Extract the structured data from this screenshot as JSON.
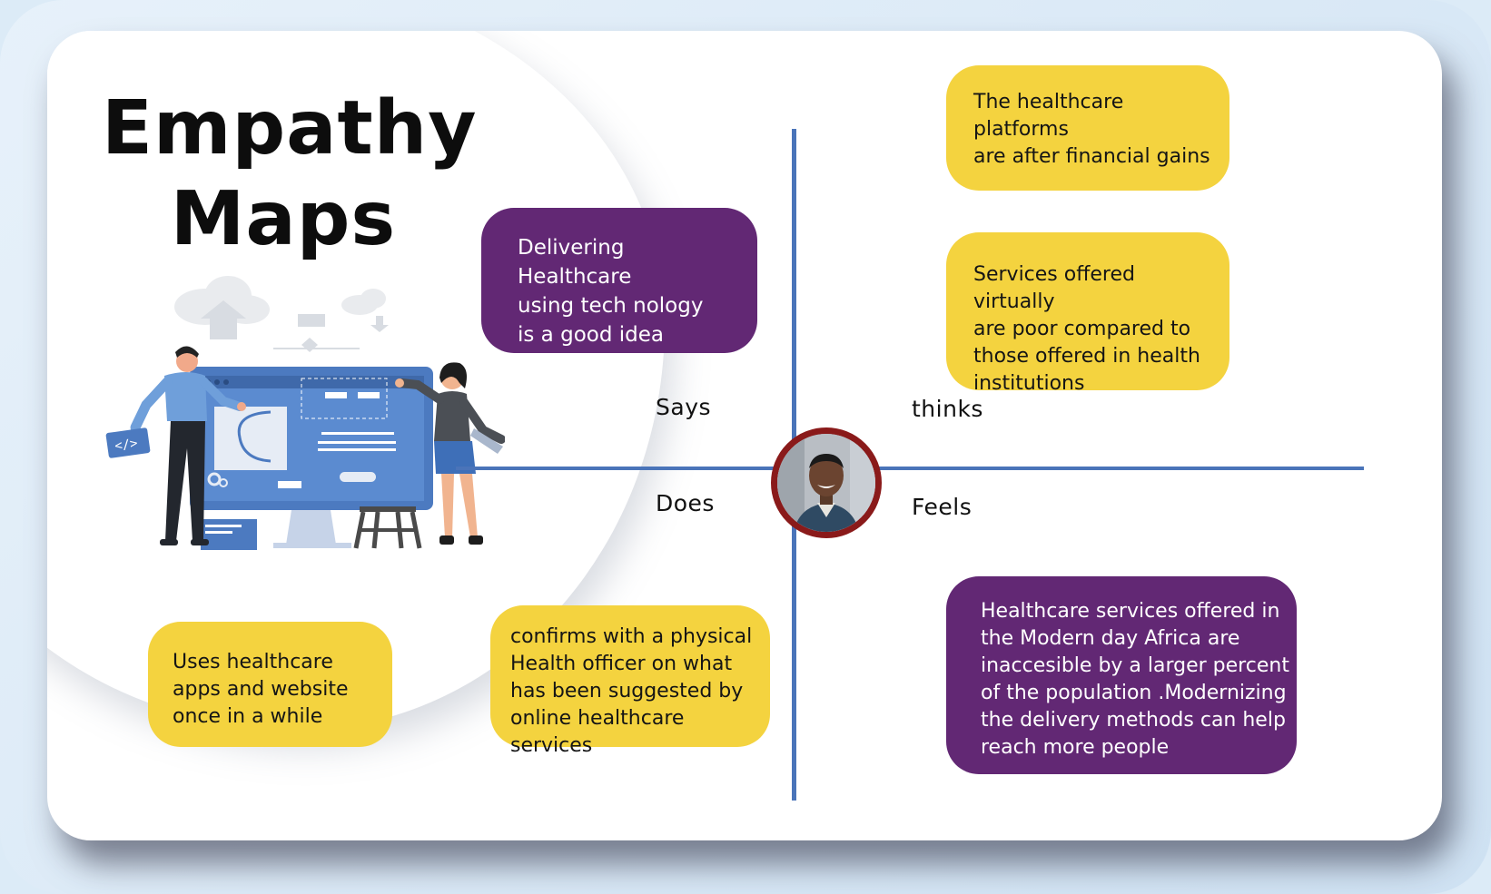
{
  "title": {
    "line1": "Empathy",
    "line2": "Maps"
  },
  "quadrants": {
    "says": "Says",
    "thinks": "thinks",
    "does": "Does",
    "feels": "Feels"
  },
  "notes": {
    "says_1": "Delivering Healthcare\nusing tech nology\nis a good idea",
    "thinks_1": "The healthcare platforms\nare after financial gains",
    "thinks_2": "Services offered virtually\n are poor compared to\nthose offered in health\n institutions",
    "does_1": "Uses healthcare\napps and website\nonce in a while",
    "does_2": "confirms with a physical\nHealth officer on what\nhas been suggested by\nonline healthcare services",
    "feels_1": "Healthcare services offered in\nthe Modern day Africa are\ninaccesible by a larger percent\nof the population .Modernizing\nthe delivery methods can help\nreach more people"
  },
  "colors": {
    "axis": "#4a74b9",
    "yellow_note": "#f4d33f",
    "purple_note": "#622874",
    "avatar_ring": "#8a1a1a"
  },
  "icons": {
    "illustration": "team-at-screen-illustration",
    "avatar": "user-avatar-photo",
    "code": "code-icon"
  }
}
